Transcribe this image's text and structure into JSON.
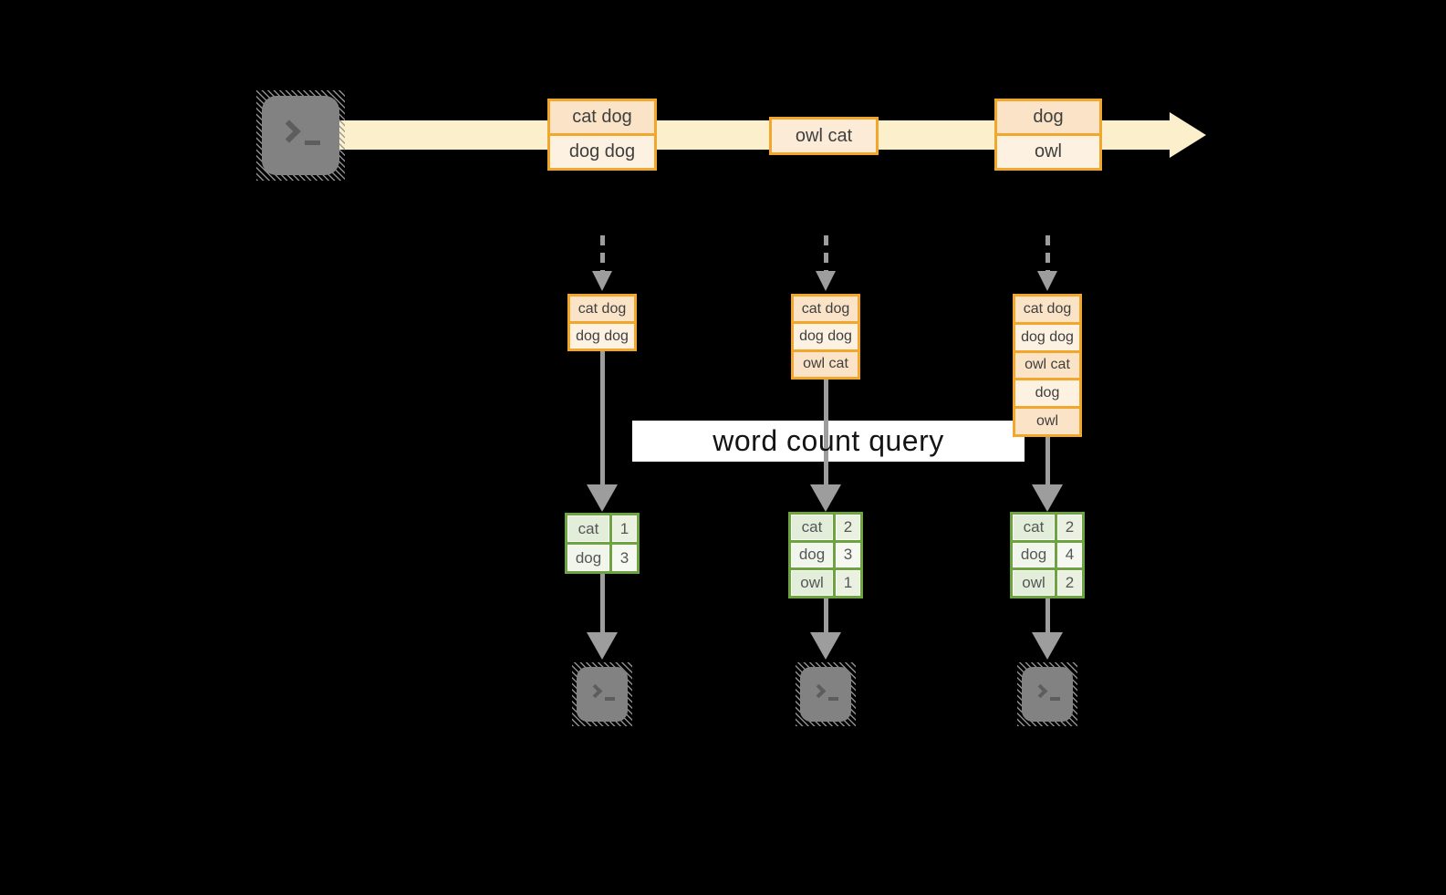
{
  "query_label": "word count query",
  "stream": {
    "events": [
      {
        "rows": [
          "cat dog",
          "dog dog"
        ]
      },
      {
        "rows": [
          "owl cat"
        ]
      },
      {
        "rows": [
          "dog",
          "owl"
        ]
      }
    ]
  },
  "pipelines": [
    {
      "buffer": [
        "cat dog",
        "dog dog"
      ],
      "counts": [
        {
          "word": "cat",
          "count": "1"
        },
        {
          "word": "dog",
          "count": "3"
        }
      ]
    },
    {
      "buffer": [
        "cat dog",
        "dog dog",
        "owl cat"
      ],
      "counts": [
        {
          "word": "cat",
          "count": "2"
        },
        {
          "word": "dog",
          "count": "3"
        },
        {
          "word": "owl",
          "count": "1"
        }
      ]
    },
    {
      "buffer": [
        "cat dog",
        "dog dog",
        "owl cat",
        "dog",
        "owl"
      ],
      "counts": [
        {
          "word": "cat",
          "count": "2"
        },
        {
          "word": "dog",
          "count": "4"
        },
        {
          "word": "owl",
          "count": "2"
        }
      ]
    }
  ],
  "icons": {
    "source": "terminal-icon",
    "sinks": [
      "terminal-icon",
      "terminal-icon",
      "terminal-icon"
    ],
    "stream_arrow": "right-arrow-icon",
    "flow_arrows": "down-arrow-icon"
  },
  "colors": {
    "background": "#000000",
    "stream_band": "#FBF0CB",
    "event_border": "#F1A62C",
    "event_fill_dark": "#FAE3C6",
    "event_fill_light": "#FDF1E1",
    "table_border": "#6EA440",
    "table_fill_dark": "#E3EEDA",
    "table_fill_light": "#F1F6EC",
    "arrow_gray": "#9D9D9D",
    "terminal_gray": "#828282",
    "label_band": "#FFFFFF"
  }
}
